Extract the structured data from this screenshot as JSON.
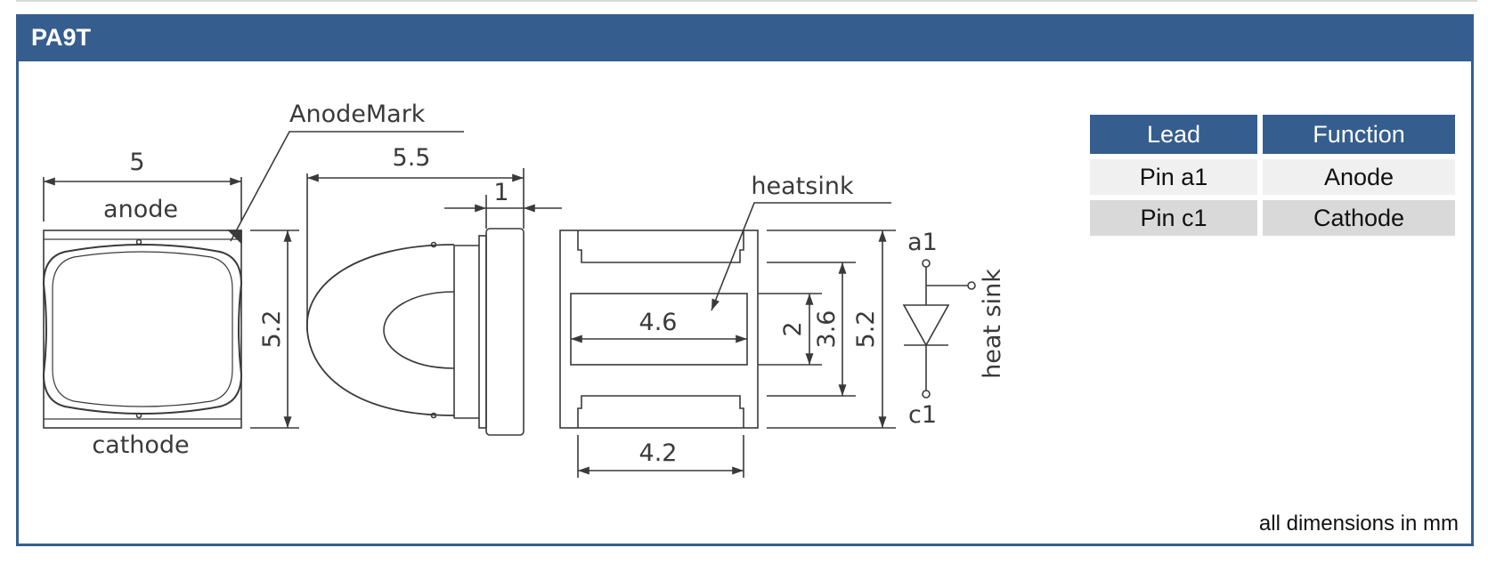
{
  "header": {
    "title": "PA9T"
  },
  "drawing": {
    "top_view": {
      "width_dim": "5",
      "height_dim": "5.2",
      "anode_label": "anode",
      "cathode_label": "cathode",
      "anode_mark_label": "AnodeMark"
    },
    "side_view": {
      "length_dim": "5.5",
      "flange_dim": "1"
    },
    "bottom_view": {
      "heatsink_label": "heatsink",
      "heatsink_width_dim": "4.6",
      "width_dim": "4.2",
      "dim_2": "2",
      "dim_3_6": "3.6",
      "dim_5_2": "5.2"
    },
    "schematic": {
      "pin_a1": "a1",
      "pin_c1": "c1",
      "heatsink_label": "heat sink"
    }
  },
  "pin_table": {
    "headers": [
      "Lead",
      "Function"
    ],
    "rows": [
      {
        "lead": "Pin a1",
        "function": "Anode"
      },
      {
        "lead": "Pin c1",
        "function": "Cathode"
      }
    ]
  },
  "footer": {
    "note": "all dimensions in mm"
  },
  "colors": {
    "header_bg": "#355e8e",
    "row_light": "#f0f0f0",
    "row_dark": "#d9d9d9",
    "line": "#3a3a3a"
  }
}
